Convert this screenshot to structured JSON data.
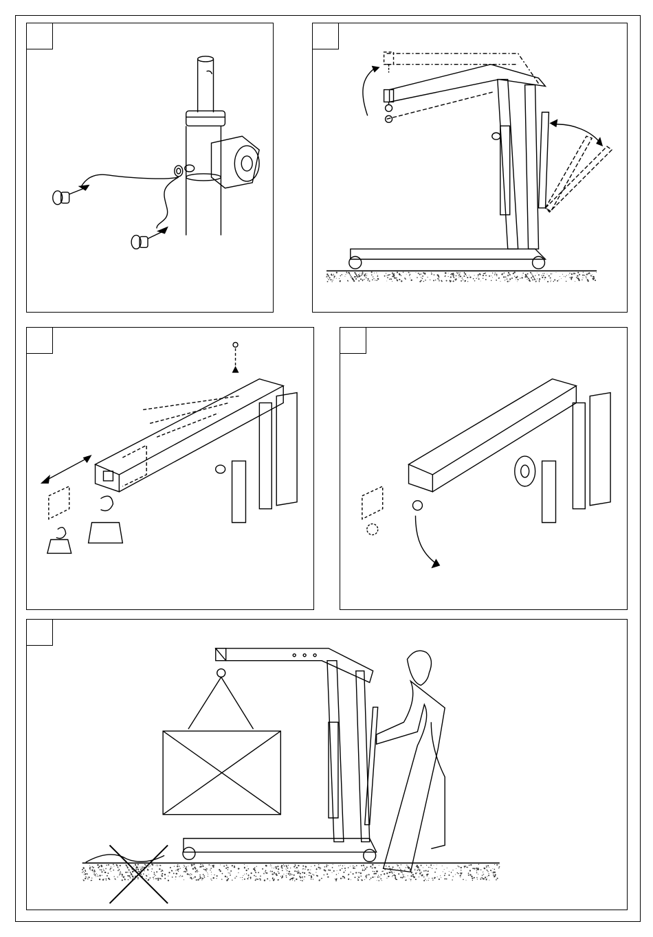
{
  "panels": [
    {
      "id": "panel-1",
      "step_label": "",
      "content": "release-valve-pins"
    },
    {
      "id": "panel-2",
      "step_label": "",
      "content": "boom-and-leg-adjust"
    },
    {
      "id": "panel-3",
      "step_label": "",
      "content": "boom-extension-pins"
    },
    {
      "id": "panel-4",
      "step_label": "",
      "content": "lowering-load"
    },
    {
      "id": "panel-5",
      "step_label": "",
      "content": "moving-crane-with-load"
    }
  ],
  "colors": {
    "line": "#000000",
    "background": "#ffffff",
    "ground_texture": "#333333"
  },
  "icons": [
    "crossed-out-icon",
    "arrow-icon",
    "hook-icon",
    "weight-icon"
  ]
}
